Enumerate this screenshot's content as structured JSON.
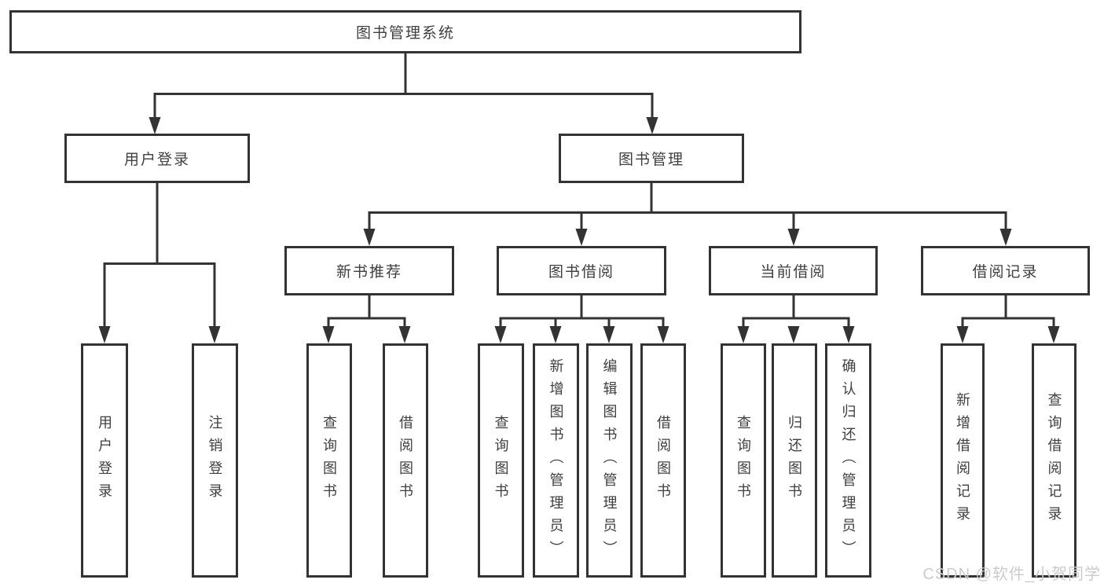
{
  "diagram": {
    "type": "hierarchy-tree",
    "colors": {
      "line": "#333333",
      "box_border": "#333333",
      "box_fill": "#ffffff",
      "text": "#3f3f3f",
      "watermark": "#cccccc",
      "background": "#ffffff"
    },
    "nodes": {
      "root": {
        "label": "图书管理系统"
      },
      "user_login_branch": {
        "label": "用户登录"
      },
      "book_management_branch": {
        "label": "图书管理"
      },
      "new_book_recommend": {
        "label": "新书推荐"
      },
      "book_borrowing": {
        "label": "图书借阅"
      },
      "current_borrowing": {
        "label": "当前借阅"
      },
      "borrowing_records": {
        "label": "借阅记录"
      },
      "leaves": [
        {
          "label": "用户登录"
        },
        {
          "label": "注销登录"
        },
        {
          "label": "查询图书"
        },
        {
          "label": "借阅图书"
        },
        {
          "label": "查询图书"
        },
        {
          "label": "新增图书（管理员）"
        },
        {
          "label": "编辑图书（管理员）"
        },
        {
          "label": "借阅图书"
        },
        {
          "label": "查询图书"
        },
        {
          "label": "归还图书"
        },
        {
          "label": "确认归还（管理员）"
        },
        {
          "label": "新增借阅记录"
        },
        {
          "label": "查询借阅记录"
        }
      ]
    },
    "edges": [
      "图书管理系统→用户登录",
      "图书管理系统→图书管理",
      "用户登录→用户登录",
      "用户登录→注销登录",
      "图书管理→新书推荐",
      "图书管理→图书借阅",
      "图书管理→当前借阅",
      "图书管理→借阅记录",
      "新书推荐→查询图书",
      "新书推荐→借阅图书",
      "图书借阅→查询图书",
      "图书借阅→新增图书（管理员）",
      "图书借阅→编辑图书（管理员）",
      "图书借阅→借阅图书",
      "当前借阅→查询图书",
      "当前借阅→归还图书",
      "当前借阅→确认归还（管理员）",
      "借阅记录→新增借阅记录",
      "借阅记录→查询借阅记录"
    ]
  },
  "watermark": {
    "text": "CSDN @软件_小贺同学"
  }
}
